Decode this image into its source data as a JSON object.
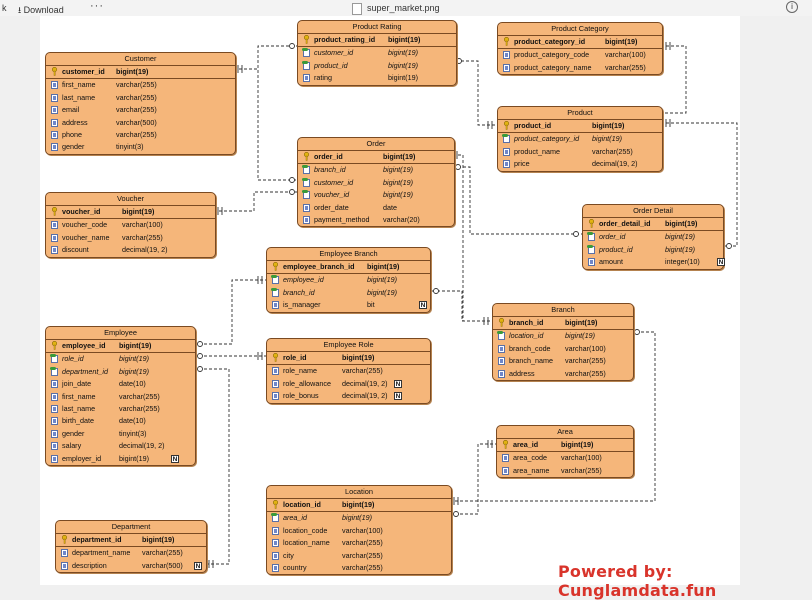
{
  "toolbar": {
    "k_char": "k",
    "download_label": "Download",
    "more_label": "···",
    "file_name": "super_market.png",
    "info_label": "i"
  },
  "watermark": "Powered by: Cunglamdata.fun",
  "entities": {
    "customer": {
      "title": "Customer",
      "rows": [
        {
          "name": "customer_id",
          "type": "bigint(19)",
          "kind": "pk"
        },
        {
          "name": "first_name",
          "type": "varchar(255)",
          "kind": "col"
        },
        {
          "name": "last_name",
          "type": "varchar(255)",
          "kind": "col"
        },
        {
          "name": "email",
          "type": "varchar(255)",
          "kind": "col"
        },
        {
          "name": "address",
          "type": "varchar(500)",
          "kind": "col"
        },
        {
          "name": "phone",
          "type": "varchar(255)",
          "kind": "col"
        },
        {
          "name": "gender",
          "type": "tinyint(3)",
          "kind": "col"
        }
      ]
    },
    "product_rating": {
      "title": "Product Rating",
      "rows": [
        {
          "name": "product_rating_id",
          "type": "bigint(19)",
          "kind": "pk"
        },
        {
          "name": "customer_id",
          "type": "bigint(19)",
          "kind": "fk"
        },
        {
          "name": "product_id",
          "type": "bigint(19)",
          "kind": "fk"
        },
        {
          "name": "rating",
          "type": "bigint(19)",
          "kind": "col"
        }
      ]
    },
    "product_category": {
      "title": "Product Category",
      "rows": [
        {
          "name": "product_category_id",
          "type": "bigint(19)",
          "kind": "pk"
        },
        {
          "name": "product_category_code",
          "type": "varchar(100)",
          "kind": "col"
        },
        {
          "name": "product_category_name",
          "type": "varchar(255)",
          "kind": "col"
        }
      ]
    },
    "product": {
      "title": "Product",
      "rows": [
        {
          "name": "product_id",
          "type": "bigint(19)",
          "kind": "pk"
        },
        {
          "name": "product_category_id",
          "type": "bigint(19)",
          "kind": "fk"
        },
        {
          "name": "product_name",
          "type": "varchar(255)",
          "kind": "col"
        },
        {
          "name": "price",
          "type": "decimal(19, 2)",
          "kind": "col"
        }
      ]
    },
    "order": {
      "title": "Order",
      "rows": [
        {
          "name": "order_id",
          "type": "bigint(19)",
          "kind": "pk"
        },
        {
          "name": "branch_id",
          "type": "bigint(19)",
          "kind": "fk"
        },
        {
          "name": "customer_id",
          "type": "bigint(19)",
          "kind": "fk"
        },
        {
          "name": "voucher_id",
          "type": "bigint(19)",
          "kind": "fk"
        },
        {
          "name": "order_date",
          "type": "date",
          "kind": "col"
        },
        {
          "name": "payment_method",
          "type": "varchar(20)",
          "kind": "col"
        }
      ]
    },
    "voucher": {
      "title": "Voucher",
      "rows": [
        {
          "name": "voucher_id",
          "type": "bigint(19)",
          "kind": "pk"
        },
        {
          "name": "voucher_code",
          "type": "varchar(100)",
          "kind": "col"
        },
        {
          "name": "voucher_name",
          "type": "varchar(255)",
          "kind": "col"
        },
        {
          "name": "discount",
          "type": "decimal(19, 2)",
          "kind": "col"
        }
      ]
    },
    "order_detail": {
      "title": "Order Detail",
      "rows": [
        {
          "name": "order_detail_id",
          "type": "bigint(19)",
          "kind": "pk"
        },
        {
          "name": "order_id",
          "type": "bigint(19)",
          "kind": "fk"
        },
        {
          "name": "product_id",
          "type": "bigint(19)",
          "kind": "fk"
        },
        {
          "name": "amount",
          "type": "integer(10)",
          "kind": "col",
          "nullable": "N"
        }
      ]
    },
    "employee_branch": {
      "title": "Employee Branch",
      "rows": [
        {
          "name": "employee_branch_id",
          "type": "bigint(19)",
          "kind": "pk"
        },
        {
          "name": "employee_id",
          "type": "bigint(19)",
          "kind": "fk"
        },
        {
          "name": "branch_id",
          "type": "bigint(19)",
          "kind": "fk"
        },
        {
          "name": "is_manager",
          "type": "bit",
          "kind": "col",
          "nullable": "N"
        }
      ]
    },
    "employee_role": {
      "title": "Employee Role",
      "rows": [
        {
          "name": "role_id",
          "type": "bigint(19)",
          "kind": "pk"
        },
        {
          "name": "role_name",
          "type": "varchar(255)",
          "kind": "col"
        },
        {
          "name": "role_allowance",
          "type": "decimal(19, 2)",
          "kind": "col",
          "nullable": "N"
        },
        {
          "name": "role_bonus",
          "type": "decimal(19, 2)",
          "kind": "col",
          "nullable": "N"
        }
      ]
    },
    "branch": {
      "title": "Branch",
      "rows": [
        {
          "name": "branch_id",
          "type": "bigint(19)",
          "kind": "pk"
        },
        {
          "name": "location_id",
          "type": "bigint(19)",
          "kind": "fk"
        },
        {
          "name": "branch_code",
          "type": "varchar(100)",
          "kind": "col"
        },
        {
          "name": "branch_name",
          "type": "varchar(255)",
          "kind": "col"
        },
        {
          "name": "address",
          "type": "varchar(255)",
          "kind": "col"
        }
      ]
    },
    "employee": {
      "title": "Employee",
      "rows": [
        {
          "name": "employee_id",
          "type": "bigint(19)",
          "kind": "pk"
        },
        {
          "name": "role_id",
          "type": "bigint(19)",
          "kind": "fk"
        },
        {
          "name": "department_id",
          "type": "bigint(19)",
          "kind": "fk"
        },
        {
          "name": "join_date",
          "type": "date(10)",
          "kind": "col"
        },
        {
          "name": "first_name",
          "type": "varchar(255)",
          "kind": "col"
        },
        {
          "name": "last_name",
          "type": "varchar(255)",
          "kind": "col"
        },
        {
          "name": "birth_date",
          "type": "date(10)",
          "kind": "col"
        },
        {
          "name": "gender",
          "type": "tinyint(3)",
          "kind": "col"
        },
        {
          "name": "salary",
          "type": "decimal(19, 2)",
          "kind": "col"
        },
        {
          "name": "employer_id",
          "type": "bigint(19)",
          "kind": "col",
          "nullable": "N"
        }
      ]
    },
    "area": {
      "title": "Area",
      "rows": [
        {
          "name": "area_id",
          "type": "bigint(19)",
          "kind": "pk"
        },
        {
          "name": "area_code",
          "type": "varchar(100)",
          "kind": "col"
        },
        {
          "name": "area_name",
          "type": "varchar(255)",
          "kind": "col"
        }
      ]
    },
    "location": {
      "title": "Location",
      "rows": [
        {
          "name": "location_id",
          "type": "bigint(19)",
          "kind": "pk"
        },
        {
          "name": "area_id",
          "type": "bigint(19)",
          "kind": "fk"
        },
        {
          "name": "location_code",
          "type": "varchar(100)",
          "kind": "col"
        },
        {
          "name": "location_name",
          "type": "varchar(255)",
          "kind": "col"
        },
        {
          "name": "city",
          "type": "varchar(255)",
          "kind": "col"
        },
        {
          "name": "country",
          "type": "varchar(255)",
          "kind": "col"
        }
      ]
    },
    "department": {
      "title": "Department",
      "rows": [
        {
          "name": "department_id",
          "type": "bigint(19)",
          "kind": "pk"
        },
        {
          "name": "department_name",
          "type": "varchar(255)",
          "kind": "col"
        },
        {
          "name": "description",
          "type": "varchar(500)",
          "kind": "col",
          "nullable": "N"
        }
      ]
    }
  },
  "colors": {
    "entity_fill": "#f5b67a",
    "entity_border": "#7a4a22",
    "watermark": "#d9342b",
    "connector": "#333333"
  }
}
